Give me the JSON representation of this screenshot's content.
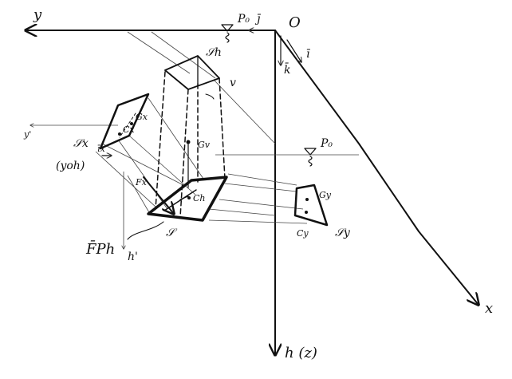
{
  "diagram": {
    "labels": {
      "origin": "O",
      "axis_y": "y",
      "axis_x": "x",
      "axis_h": "h (z)",
      "unit_j": "j̄",
      "unit_i": "ī",
      "unit_k": "k̄",
      "p0_top": "P₀",
      "p0_right": "P₀",
      "sh": "𝒮h",
      "v": "v",
      "gv": "Gv",
      "yprime": "y'",
      "hprime": "h'",
      "sx": "𝒮x",
      "gx": "Gx",
      "cx": "Cx",
      "ix": "(yoh)",
      "ix_vec": "īx",
      "fx": "Fx",
      "ch": "Ch",
      "s": "𝒮",
      "fph": "F̄Ph",
      "gy": "Gy",
      "cy": "Cy",
      "sy": "𝒮y"
    },
    "colors": {
      "ink": "#111111",
      "paper": "#ffffff"
    }
  }
}
